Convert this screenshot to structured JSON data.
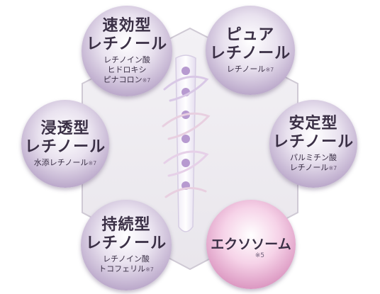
{
  "colors": {
    "purple_circle": "#b9a6c9",
    "pink_circle": "#d992be",
    "hexagon_line": "#cfc9d4",
    "capsule_dots": "#b79ad0"
  },
  "icons": {
    "center": "retinol-capsule-icon"
  },
  "circles": [
    {
      "title": [
        "速効型",
        "レチノール"
      ],
      "sub": [
        "レチノイン酸",
        "ヒドロキシ",
        "ピナコロン"
      ],
      "note": "※7"
    },
    {
      "title": [
        "ピュア",
        "レチノール"
      ],
      "sub": [
        "レチノール"
      ],
      "note": "※7"
    },
    {
      "title": [
        "浸透型",
        "レチノール"
      ],
      "sub": [
        "水添レチノール"
      ],
      "note": "※7"
    },
    {
      "title": [
        "安定型",
        "レチノール"
      ],
      "sub": [
        "パルミチン酸",
        "レチノール"
      ],
      "note": "※7"
    },
    {
      "title": [
        "持続型",
        "レチノール"
      ],
      "sub": [
        "レチノイン酸",
        "トコフェリル"
      ],
      "note": "※7"
    },
    {
      "title": [
        "エクソソーム"
      ],
      "sub": [],
      "note": "※5"
    }
  ]
}
